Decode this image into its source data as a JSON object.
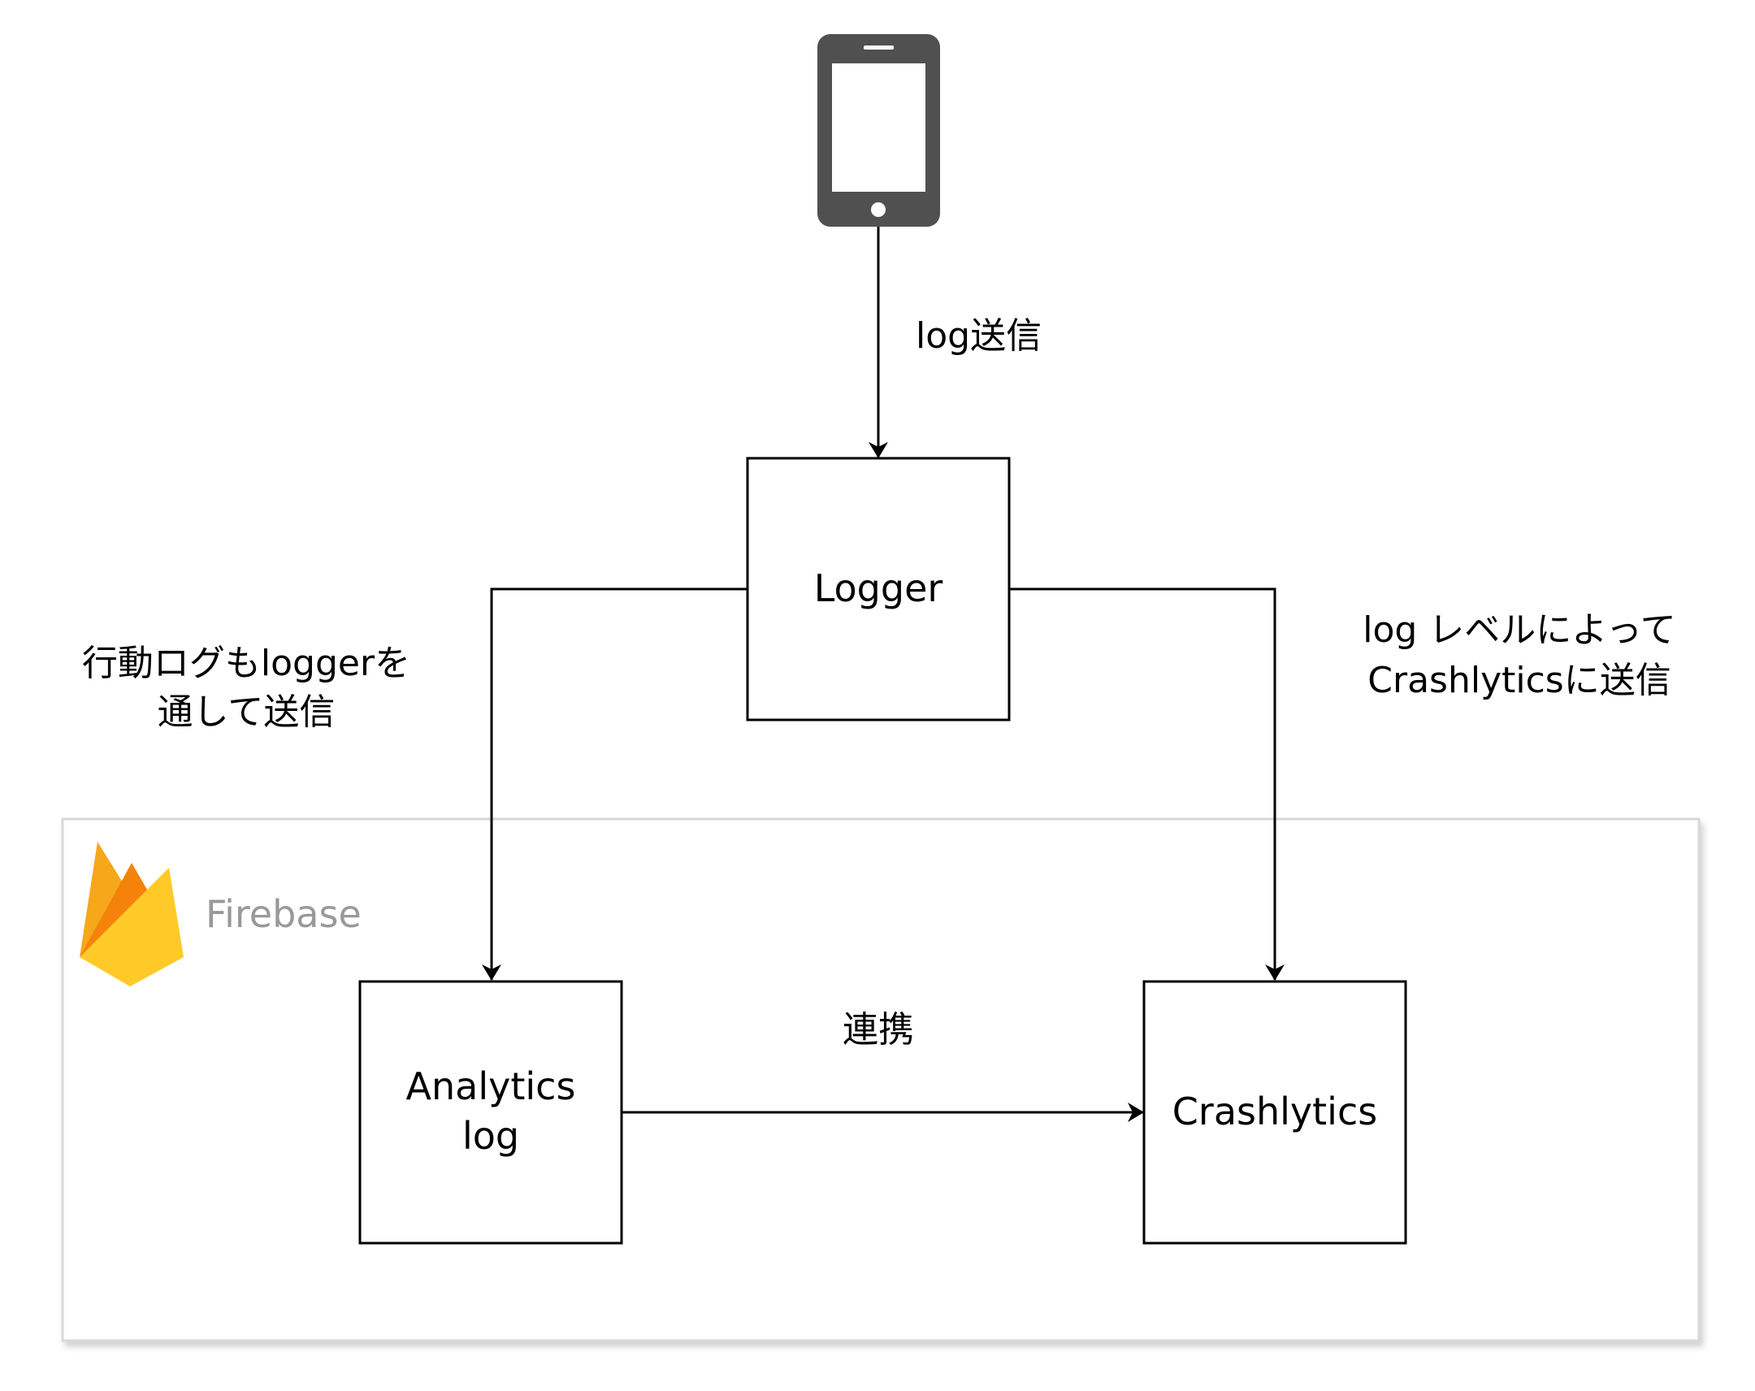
{
  "diagram": {
    "group": {
      "label": "Firebase",
      "icon": "firebase-flame-icon",
      "colors": {
        "border": "#d8d8d8",
        "label": "#999999",
        "flame_back": "#F6A71A",
        "flame_mid": "#F5820B",
        "flame_front": "#FFCA28"
      }
    },
    "device": {
      "icon": "smartphone-icon",
      "color": "#505050"
    },
    "nodes": {
      "logger": "Logger",
      "analytics_line1": "Analytics",
      "analytics_line2": "log",
      "crashlytics": "Crashlytics"
    },
    "edges": {
      "device_to_logger": "log送信",
      "logger_to_analytics_line1": "行動ログもloggerを",
      "logger_to_analytics_line2": "通して送信",
      "logger_to_crashlytics_line1": "log レベルによって",
      "logger_to_crashlytics_line2": "Crashlyticsに送信",
      "analytics_to_crashlytics": "連携"
    }
  }
}
